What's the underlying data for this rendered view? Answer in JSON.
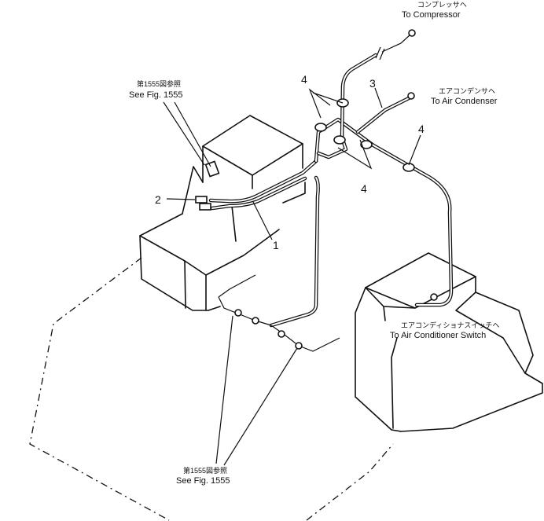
{
  "labels": {
    "compressor_jp": "コンプレッサヘ",
    "compressor_en": "To Compressor",
    "air_condenser_jp": "エアコンデンサヘ",
    "air_condenser_en": "To Air Condenser",
    "ac_switch_jp": "エアコンディショナスイッチヘ",
    "ac_switch_en": "To Air Conditioner Switch",
    "see_fig_top_jp": "第1555図参照",
    "see_fig_top_en": "See Fig. 1555",
    "see_fig_bottom_jp": "第1555図参照",
    "see_fig_bottom_en": "See Fig. 1555"
  },
  "callouts": {
    "c1": "1",
    "c2": "2",
    "c3": "3",
    "c4a": "4",
    "c4b": "4",
    "c4c": "4"
  }
}
